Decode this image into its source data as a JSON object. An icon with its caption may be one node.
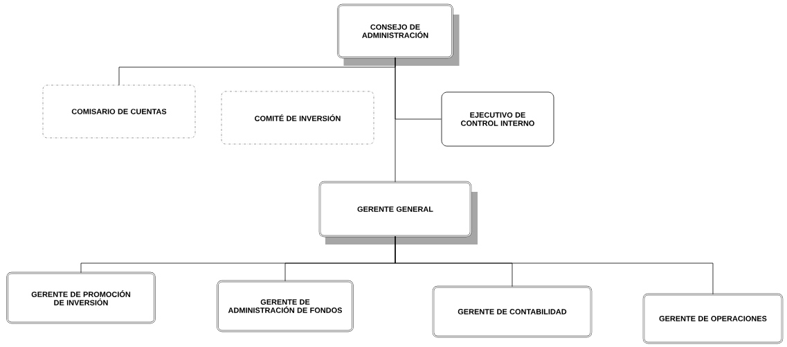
{
  "diagram": {
    "nodes": [
      {
        "text": [
          "CONSEJO DE ADMINISTRACIÓN"
        ]
      },
      {
        "text": [
          "COMISARIO DE CUENTAS"
        ]
      },
      {
        "text": [
          "COMITÉ DE INVERSIÓN"
        ]
      },
      {
        "text": [
          "EJECUTIVO DE CONTROL INTERNO"
        ]
      },
      {
        "text": [
          "GERENTE GENERAL"
        ]
      },
      {
        "text": [
          "GERENTE DE PROMOCIÓN DE INVERSIÓN"
        ]
      },
      {
        "text": [
          "GERENTE DE ADMINISTRACIÓN DE FONDOS"
        ]
      },
      {
        "text": [
          "GERENTE DE CONTABILIDAD"
        ]
      },
      {
        "text": [
          "GERENTE DE OPERACIONES"
        ]
      }
    ],
    "edges": [
      {
        "from": 0,
        "to": 1,
        "arrow": "none"
      },
      {
        "from": 0,
        "to": 3,
        "arrow": "none"
      },
      {
        "from": 0,
        "to": 4,
        "arrow": "none"
      },
      {
        "from": 4,
        "to": 5,
        "arrow": "none"
      },
      {
        "from": 4,
        "to": 6,
        "arrow": "none"
      },
      {
        "from": 4,
        "to": 7,
        "arrow": "none"
      },
      {
        "from": 4,
        "to": 8,
        "arrow": "none"
      }
    ]
  }
}
